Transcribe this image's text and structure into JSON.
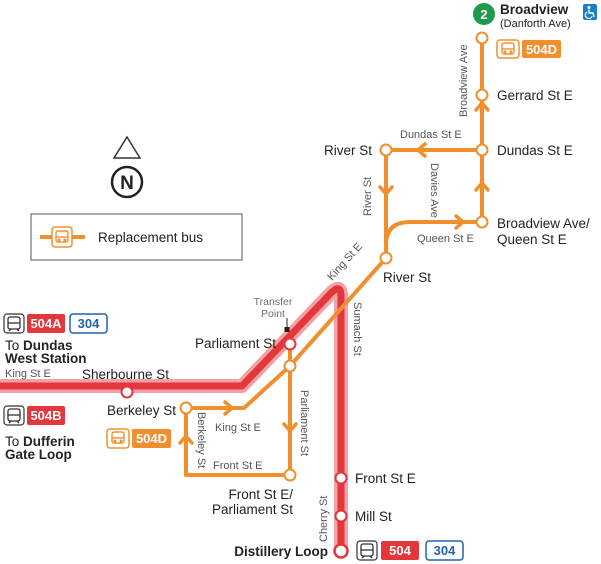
{
  "colors": {
    "streetcar_red": "#e4373c",
    "streetcar_red_outline": "#f2a1a4",
    "bus_orange": "#f18f2f",
    "badge_blue": "#1f63ad",
    "subway_green": "#1f9a4a",
    "access_blue": "#1a7fc8"
  },
  "subway": {
    "line_number": "2",
    "station": "Broadview",
    "sub": "(Danforth Ave)",
    "accessible_icon": "wheelchair-icon"
  },
  "compass": {
    "letter": "N"
  },
  "legend": {
    "label": "Replacement bus",
    "icon": "bus-icon"
  },
  "routes": {
    "r504d_top": "504D",
    "r504d_left": "504D",
    "r504a": "504A",
    "r304_top": "304",
    "r504b": "504B",
    "r504_bottom": "504",
    "r304_bottom": "304"
  },
  "destinations": {
    "dundas_prefix": "To ",
    "dundas_line1": "Dundas",
    "dundas_line2": "West Station",
    "dufferin_prefix": "To ",
    "dufferin_line1": "Dufferin",
    "dufferin_line2": "Gate Loop"
  },
  "stops": {
    "gerrard": "Gerrard St E",
    "dundas": "Dundas St E",
    "river_top": "River St",
    "broadview_queen_1": "Broadview Ave/",
    "broadview_queen_2": "Queen St E",
    "river_mid": "River St",
    "parliament": "Parliament St",
    "sherbourne": "Sherbourne St",
    "berkeley": "Berkeley St",
    "front_parl_1": "Front St E/",
    "front_parl_2": "Parliament St",
    "front_e": "Front St E",
    "mill": "Mill St",
    "distillery": "Distillery Loop"
  },
  "streets": {
    "broadview_ave": "Broadview Ave",
    "dundas_st_e": "Dundas St E",
    "river_st": "River St",
    "davies_ave": "Davies Ave",
    "queen_st_e": "Queen St E",
    "king_st_e_diag": "King St E",
    "king_st_e_left": "King St E",
    "king_st_e_mid": "King St E",
    "sumach_st": "Sumach St",
    "parliament_st": "Parliament St",
    "berkeley_st": "Berkeley St",
    "front_st_e": "Front St E",
    "cherry_st": "Cherry St",
    "transfer_1": "Transfer",
    "transfer_2": "Point"
  }
}
